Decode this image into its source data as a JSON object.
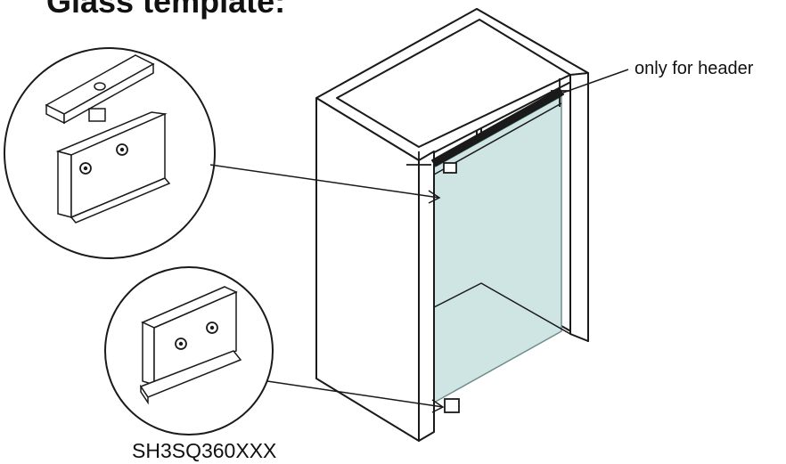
{
  "diagram": {
    "title": "Glass template:",
    "header_callout": "only for header",
    "model_code": "SH3SQ360XXX",
    "colors": {
      "line": "#1a1a1a",
      "glass": "#cfe5e3",
      "glass_edge": "#6e8f8c",
      "background": "#ffffff"
    }
  }
}
